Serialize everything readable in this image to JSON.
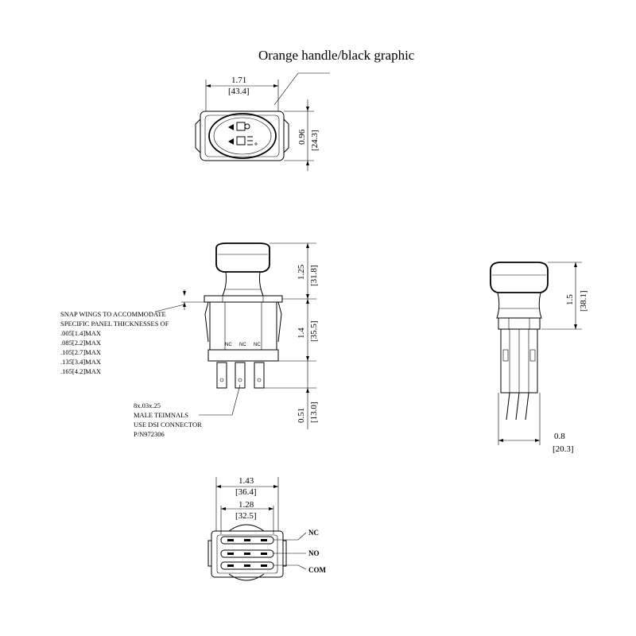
{
  "title": "Orange handle/black graphic",
  "top_view": {
    "width_in": "1.71",
    "width_mm": "[43.4]",
    "height_in": "0.96",
    "height_mm": "[24.3]"
  },
  "front_view": {
    "handle_height_in": "1.25",
    "handle_height_mm": "[31.8]",
    "body_height_in": "1.4",
    "body_height_mm": "[35.5]",
    "terminal_length_in": "0.51",
    "terminal_length_mm": "[13.0]",
    "contact_labels": [
      "NC",
      "NC",
      "NC"
    ],
    "snap_note": [
      "SNAP WINGS TO ACCOMMODATE",
      "SPECIFIC PANEL THICKNESSES OF",
      ".005[1.4]MAX",
      ".085[2.2]MAX",
      ".105[2.7]MAX",
      ".135[3.4]MAX",
      ".165[4.2]MAX"
    ],
    "terminal_note": [
      "8x.03x.25",
      "MALE TEIMNALS",
      "USE DSI CONNECTOR",
      "P/N972306"
    ]
  },
  "side_view": {
    "height_in": "1.5",
    "height_mm": "[38.1]",
    "width_in": "0.8",
    "width_mm": "[20.3]"
  },
  "bottom_view": {
    "outer_width_in": "1.43",
    "outer_width_mm": "[36.4]",
    "inner_width_in": "1.28",
    "inner_width_mm": "[32.5]",
    "terminal_labels": [
      "NC",
      "NO",
      "COM"
    ]
  }
}
